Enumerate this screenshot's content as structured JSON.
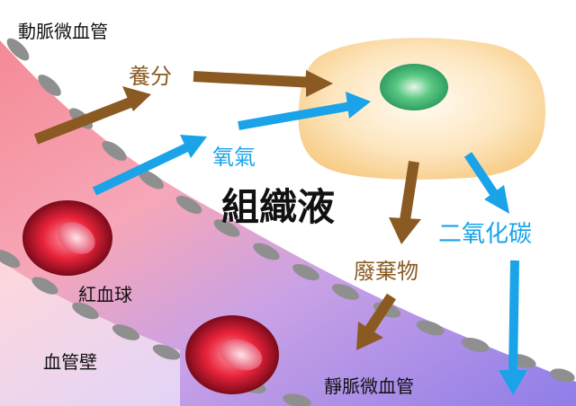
{
  "labels": {
    "arteriole": "動脈微血管",
    "nutrients": "養分",
    "oxygen": "氧氣",
    "tissue_fluid": "組織液",
    "carbon_dioxide": "二氧化碳",
    "wastes": "廢棄物",
    "red_blood_cell": "紅血球",
    "vessel_wall": "血管壁",
    "venule": "靜脈微血管"
  },
  "colors": {
    "nutrients_arrow": "#8a5a22",
    "oxygen_arrow": "#1aa3e8",
    "text_brown": "#8a5a22",
    "text_blue": "#1aa3e8",
    "text_black": "#111111"
  }
}
